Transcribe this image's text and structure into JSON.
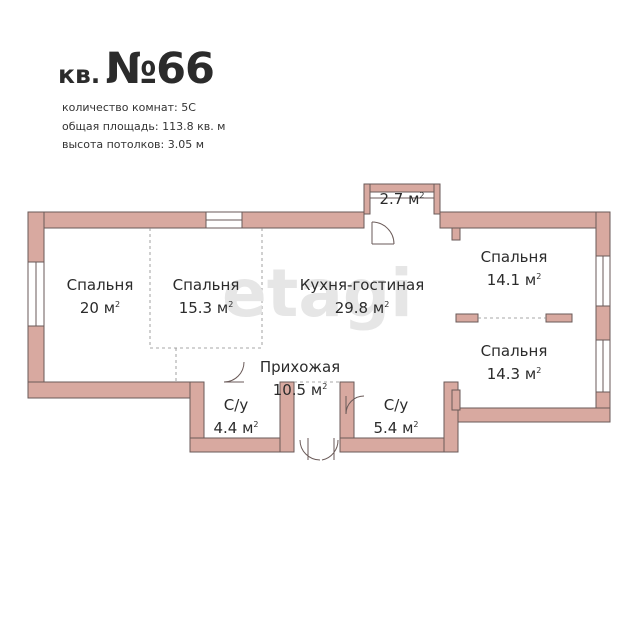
{
  "title": {
    "prefix": "кв.",
    "number": "№66"
  },
  "specs": [
    {
      "label": "количество комнат:",
      "value": "5С"
    },
    {
      "label": "общая площадь:",
      "value": "113.8 кв. м"
    },
    {
      "label": "высота потолков:",
      "value": "3.05 м"
    }
  ],
  "rooms": {
    "bedroom1": {
      "name": "Спальня",
      "area": "20 м",
      "unit_sup": "2"
    },
    "bedroom2": {
      "name": "Спальня",
      "area": "15.3 м",
      "unit_sup": "2"
    },
    "kitchen": {
      "name": "Кухня-гостиная",
      "area": "29.8 м",
      "unit_sup": "2"
    },
    "bedroom3": {
      "name": "Спальня",
      "area": "14.1 м",
      "unit_sup": "2"
    },
    "bedroom4": {
      "name": "Спальня",
      "area": "14.3 м",
      "unit_sup": "2"
    },
    "hall": {
      "name": "Прихожая",
      "area": "10.5 м",
      "unit_sup": "2"
    },
    "bath1": {
      "name": "С/у",
      "area": "4.4 м",
      "unit_sup": "2"
    },
    "bath2": {
      "name": "С/у",
      "area": "5.4 м",
      "unit_sup": "2"
    },
    "balcony": {
      "area": "2.7 м",
      "unit_sup": "2"
    }
  },
  "watermark": "etagi",
  "colors": {
    "wall": "#d8a9a0",
    "wall_stroke": "#6a5a58",
    "text": "#2b2b2b"
  }
}
